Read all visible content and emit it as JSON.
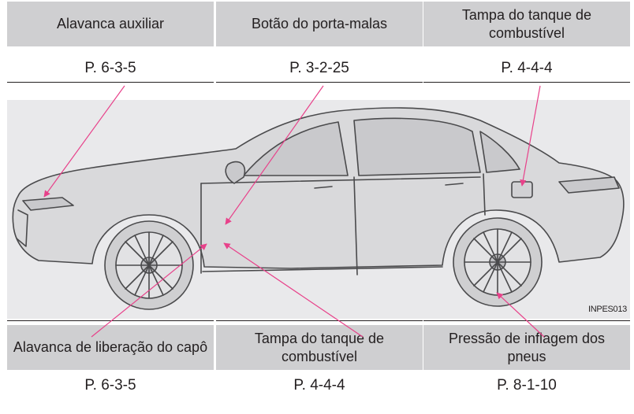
{
  "callouts": [
    {
      "label": "Alavanca auxiliar",
      "ref": "P. 6-3-5"
    },
    {
      "label": "Botão do porta-malas",
      "ref": "P. 3-2-25"
    },
    {
      "label": "Tampa do tanque de combustível",
      "ref": "P. 4-4-4"
    },
    {
      "label": "Alavanca de liberação do capô",
      "ref": "P. 6-3-5"
    },
    {
      "label": "Tampa do tanque de combustível",
      "ref": "P. 4-4-4"
    },
    {
      "label": "Pressão de inflagem dos pneus",
      "ref": "P. 8-1-10"
    }
  ],
  "figure": {
    "code": "INPES013"
  },
  "colors": {
    "label_bg": "#cfcfd1",
    "figure_bg": "#e9e9eb",
    "leader": "#e8418a",
    "car_line": "#4a4a4c"
  }
}
